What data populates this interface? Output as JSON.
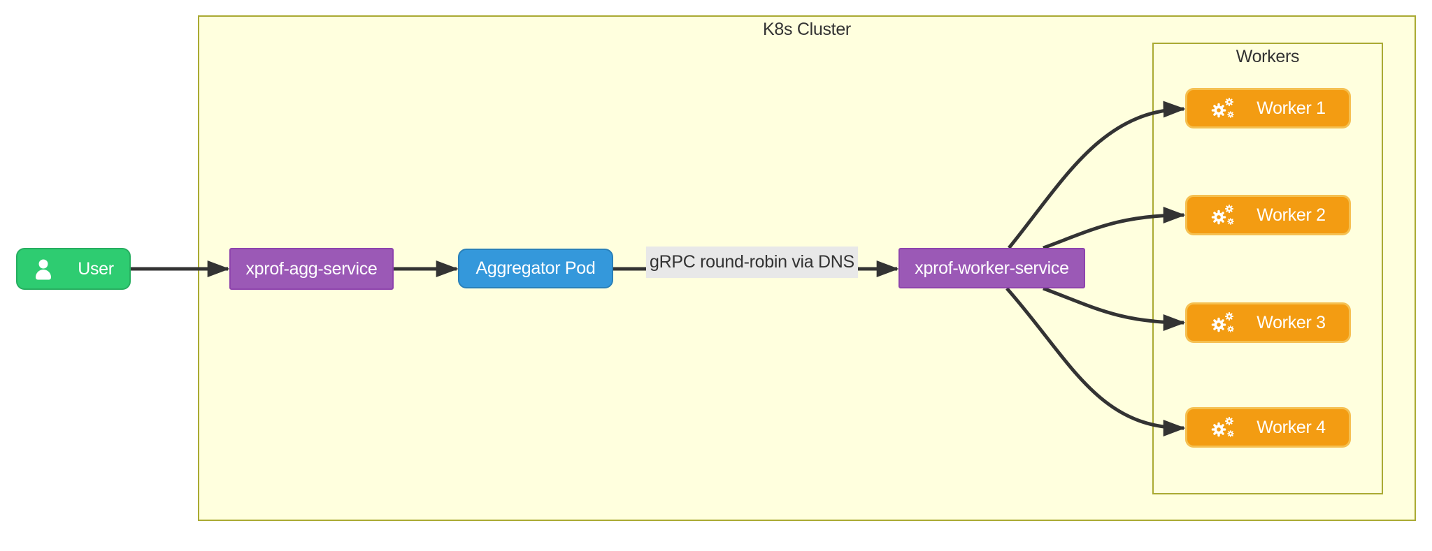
{
  "diagram": {
    "cluster": {
      "label": "K8s Cluster"
    },
    "workers_group": {
      "label": "Workers"
    },
    "nodes": {
      "user": {
        "label": "User",
        "icon": "user-icon"
      },
      "agg_service": {
        "label": "xprof-agg-service"
      },
      "aggregator_pod": {
        "label": "Aggregator Pod"
      },
      "worker_service": {
        "label": "xprof-worker-service"
      },
      "workers": [
        {
          "label": "Worker 1",
          "icon": "cogs-icon"
        },
        {
          "label": "Worker 2",
          "icon": "cogs-icon"
        },
        {
          "label": "Worker 3",
          "icon": "cogs-icon"
        },
        {
          "label": "Worker 4",
          "icon": "cogs-icon"
        }
      ]
    },
    "edges": {
      "pod_to_worker_service_label": "gRPC round-robin via DNS"
    },
    "colors": {
      "canvas_bg": "#ffffff",
      "cluster_fill": "#ffffde",
      "cluster_border": "#aaaa33",
      "user_fill": "#2ecc71",
      "user_border": "#27ae60",
      "service_fill": "#9b59b6",
      "service_border": "#8e44ad",
      "pod_fill": "#3498db",
      "pod_border": "#2980b9",
      "worker_fill": "#f39c12",
      "worker_border": "#f5c051",
      "edge_stroke": "#333333",
      "edge_label_bg": "#e8e8e8",
      "node_text": "#ffffff",
      "group_title_text": "#333333"
    }
  }
}
